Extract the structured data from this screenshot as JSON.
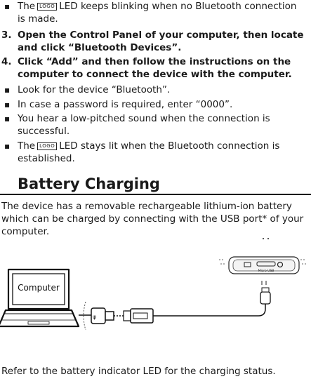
{
  "steps": {
    "line1_pre": "The",
    "logo_label": "LOGO",
    "line1_post": "LED keeps blinking when no Bluetooth connection",
    "line1_cont": "is made.",
    "step3_num": "3.",
    "step3_line1": "Open the Control Panel of your computer, then locate",
    "step3_line2": "and click “Bluetooth Devices”.",
    "step4_num": "4.",
    "step4_line1": "Click “Add” and then follow the instructions on the",
    "step4_line2": "computer to connect the device with the computer.",
    "bullet_look": "Look for the device “Bluetooth”.",
    "bullet_password": "In case a password is required, enter “0000”.",
    "bullet_sound_1": "You hear a low-pitched sound when the connection is",
    "bullet_sound_2": "successful.",
    "bullet_led_pre": "The",
    "bullet_led_post": "LED stays lit when the Bluetooth connection is",
    "bullet_led_cont": "established."
  },
  "battery": {
    "heading": "Battery Charging",
    "intro": "The device has a removable rechargeable lithium-ion battery which can be charged by connecting with the USB port* of your computer."
  },
  "diagram": {
    "computer_label": "Computer",
    "micro_usb_label": "Micro USB"
  },
  "footer": {
    "text": "Refer to the battery indicator LED for the  charging status."
  }
}
